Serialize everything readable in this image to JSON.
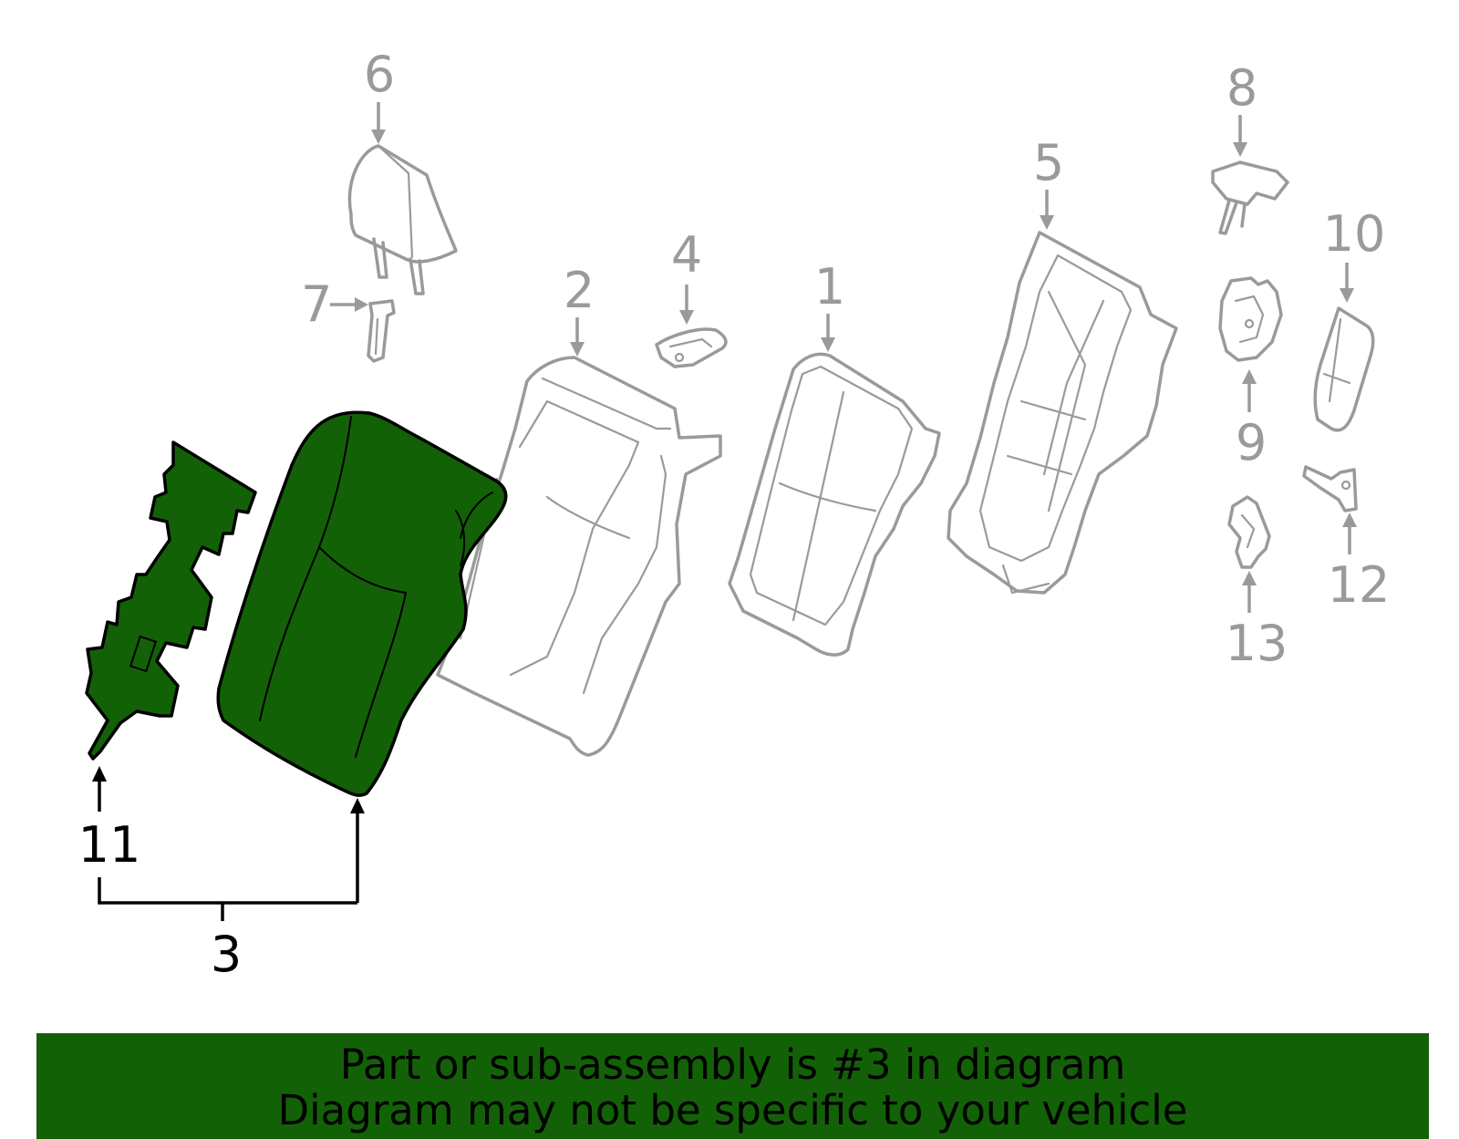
{
  "callouts": {
    "c1": "1",
    "c2": "2",
    "c3": "3",
    "c4": "4",
    "c5": "5",
    "c6": "6",
    "c7": "7",
    "c8": "8",
    "c9": "9",
    "c10": "10",
    "c11": "11",
    "c12": "12",
    "c13": "13"
  },
  "highlighted_part": "3",
  "banner": {
    "line1": "Part or sub-assembly is #3 in diagram",
    "line2": "Diagram may not be specific to your vehicle"
  },
  "colors": {
    "highlight": "#136107",
    "parts": "#9a9a9a",
    "banner": "#136107"
  }
}
